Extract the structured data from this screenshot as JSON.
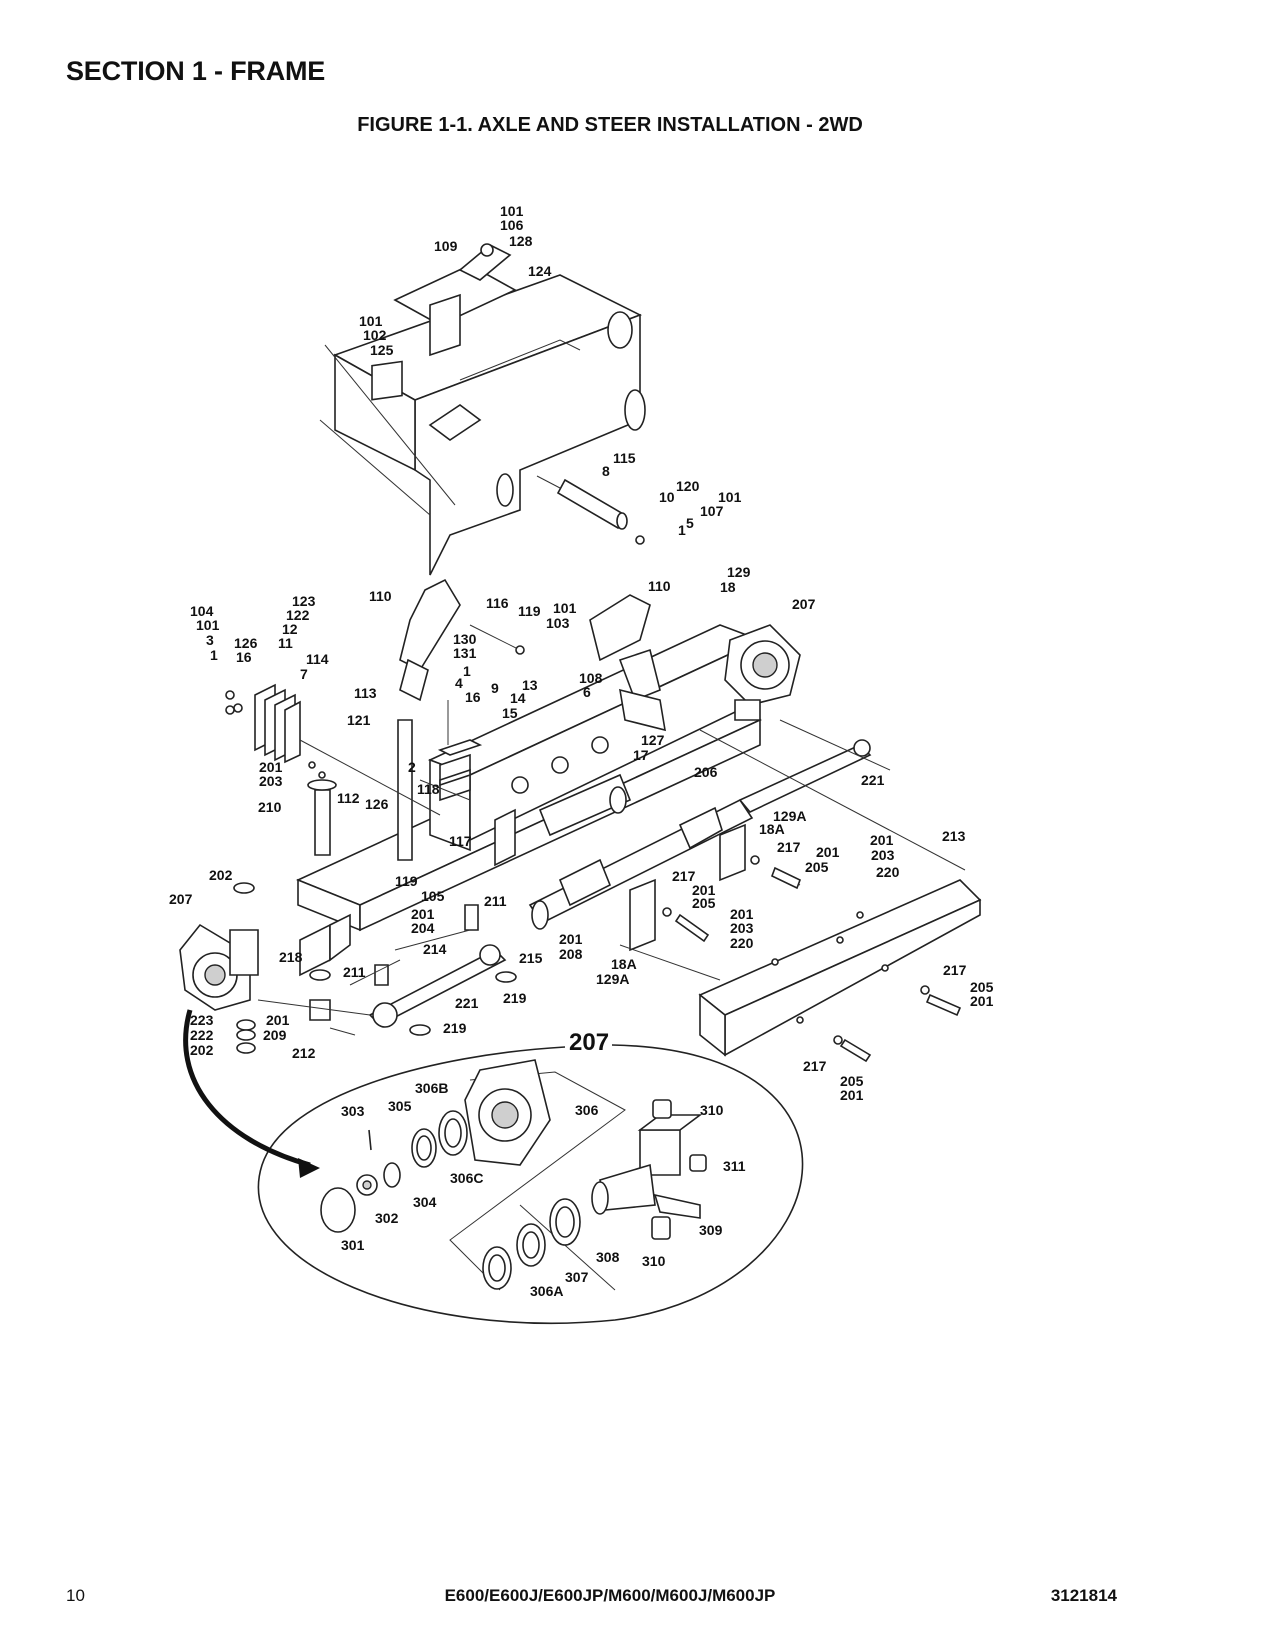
{
  "header": {
    "section_title": "SECTION 1 - FRAME",
    "figure_title": "FIGURE 1-1. AXLE AND STEER INSTALLATION - 2WD"
  },
  "footer": {
    "page_number": "10",
    "models": "E600/E600J/E600JP/M600/M600J/M600JP",
    "doc_number": "3121814"
  },
  "detail_callout": "207",
  "callouts": {
    "top": [
      "101",
      "106",
      "128",
      "109",
      "124",
      "101",
      "102",
      "125",
      "115",
      "8",
      "120",
      "10",
      "101",
      "107",
      "5",
      "1"
    ],
    "middle": [
      "104",
      "101",
      "3",
      "1",
      "126",
      "16",
      "123",
      "122",
      "12",
      "11",
      "114",
      "7",
      "110",
      "116",
      "119",
      "101",
      "103",
      "110",
      "129",
      "18",
      "207",
      "130",
      "131",
      "1",
      "4",
      "16",
      "9",
      "13",
      "14",
      "15",
      "113",
      "121",
      "108",
      "6",
      "2",
      "127",
      "17",
      "206",
      "221",
      "201",
      "203",
      "210",
      "118",
      "112",
      "126",
      "117",
      "129A",
      "18A",
      "213",
      "201",
      "203",
      "220",
      "217",
      "201",
      "205",
      "119",
      "105",
      "201",
      "204",
      "211",
      "217",
      "201",
      "205",
      "201",
      "203",
      "220",
      "202",
      "207",
      "214",
      "201",
      "208",
      "215",
      "218",
      "211",
      "18A",
      "129A",
      "219",
      "221",
      "219",
      "223",
      "222",
      "202",
      "201",
      "209",
      "212",
      "217",
      "205",
      "201",
      "217",
      "205",
      "201"
    ],
    "detail": [
      "306B",
      "305",
      "303",
      "306",
      "310",
      "311",
      "306C",
      "304",
      "302",
      "301",
      "309",
      "308",
      "310",
      "307",
      "306A"
    ]
  }
}
